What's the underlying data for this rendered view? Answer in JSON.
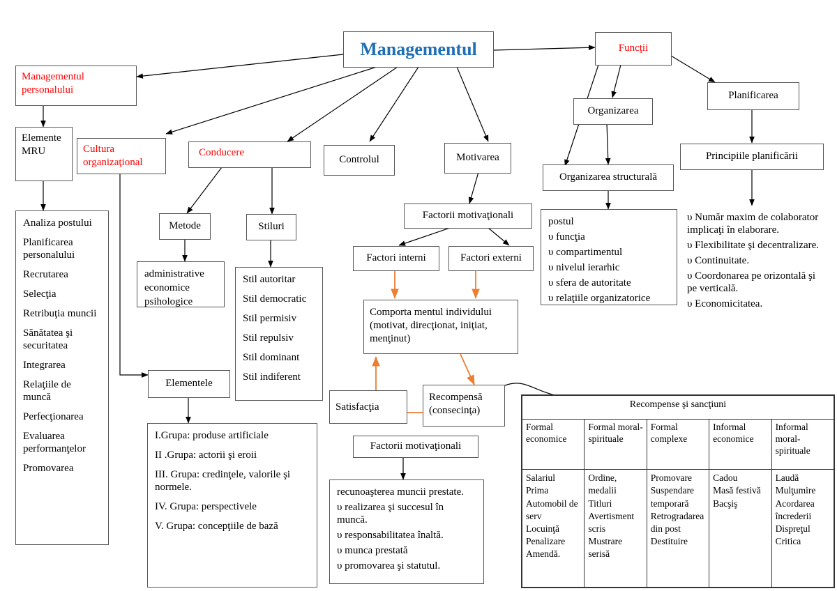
{
  "title_box": {
    "label": "Managementul",
    "color": "#1f6fb5"
  },
  "colors": {
    "red": "#ff0000",
    "orange": "#ed7d31",
    "black": "#000000",
    "blue": "#1f6fb5"
  },
  "nodes": {
    "functii": "Funcţii",
    "management_personalului": "Managementul personalului",
    "elemente_mru": "Elemente MRU",
    "cultura_organizational": "Cultura organizaţional",
    "conducere": "Conducere",
    "controlul": "Controlul",
    "motivarea": "Motivarea",
    "organizarea": "Organizarea",
    "planificarea": "Planificarea",
    "organizarea_structurala": "Organizarea structurală",
    "principiile_planificarii": "Principiile planificării",
    "metode": "Metode",
    "stiluri": "Stiluri",
    "elementele": "Elementele",
    "factorii_motivationali": "Factorii motivaţionali",
    "factori_interni": "Factori interni",
    "factori_externi": "Factori externi",
    "comportamentul": "Comporta mentul individului (motivat, direcţionat, iniţiat, menţinut)",
    "satisfactia": "Satisfacţia",
    "recompensa": "Recompensă (consecinţa)",
    "factorii_motivationali2": "Factorii motivaţionali"
  },
  "lists": {
    "mru_items": [
      "Analiza postului",
      "Planificarea personalului",
      "Recrutarea",
      "Selecţia",
      "Retribuţia muncii",
      "Sănătatea şi securitatea",
      "Integrarea",
      "Relaţiile de muncă",
      "Perfecţionarea",
      "Evaluarea performanţelor",
      "Promovarea"
    ],
    "metode_items": [
      "administrative",
      "economice",
      "psihologice"
    ],
    "stiluri_items": [
      "Stil autoritar",
      "Stil democratic",
      "Stil permisiv",
      "Stil repulsiv",
      "Stil dominant",
      "Stil indiferent"
    ],
    "elementele_items": [
      "I.Grupa: produse artificiale",
      "II .Grupa: actorii şi eroii",
      "III. Grupa: credinţele, valorile şi normele.",
      "IV. Grupa: perspectivele",
      "V. Grupa: concepţiile de bază"
    ],
    "organizarea_structurala_items": [
      "postul",
      "υ funcţia",
      " υ compartimentul",
      "υ nivelul ierarhic",
      "υ sfera de autoritate",
      " υ relaţiile organizatorice"
    ],
    "principii_items": [
      "υ Număr maxim de colaborator implicaţi în elaborare.",
      "υ Flexibilitate şi decentralizare.",
      "υ Continuitate.",
      " υ Coordonarea pe orizontală şi pe verticală.",
      " υ Economicitatea."
    ],
    "factori_motivationali_items": [
      "recunoaşterea muncii prestate.",
      "υ realizarea şi succesul în muncă.",
      " υ responsabilitatea înaltă.",
      "υ munca prestată",
      "υ promovarea şi statutul."
    ]
  },
  "table": {
    "caption": "Recompense şi sancţiuni",
    "headers": [
      "Formal economice",
      "Formal moral-spirituale",
      "Formal complexe",
      "Informal economice",
      "Informal moral-spirituale"
    ],
    "columns": [
      [
        "Salariul",
        "Prima",
        "Automobil de",
        "serv",
        "Locuinţă",
        "Penalizare",
        "Amendă."
      ],
      [
        "Ordine, medalii",
        "Titluri",
        "Avertisment",
        "scris",
        "Mustrare serisă"
      ],
      [
        "Promovare",
        "Suspendare",
        "temporară",
        "Retrogradarea",
        "din post",
        "Destituire"
      ],
      [
        "Cadou",
        "Masă festivă",
        "Bacşiş"
      ],
      [
        "Laudă",
        "Mulţumire",
        "Acordarea",
        "încrederii",
        "Dispreţul",
        "Critica"
      ]
    ]
  }
}
